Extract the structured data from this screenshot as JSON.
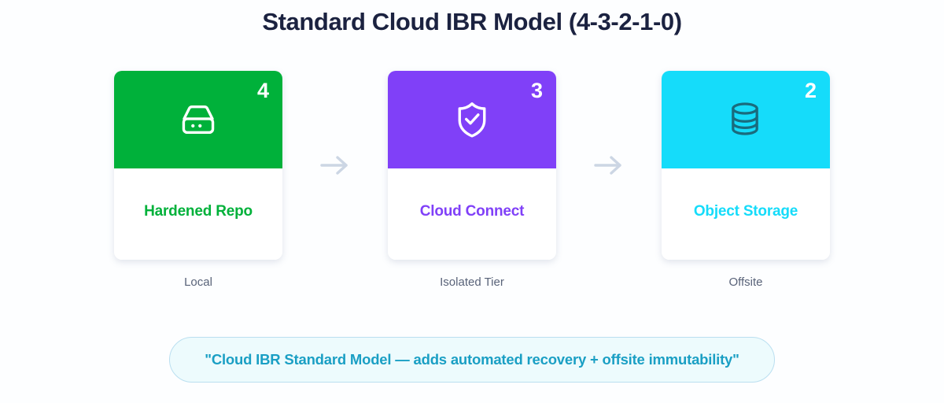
{
  "title": "Standard Cloud IBR Model (4-3-2-1-0)",
  "colors": {
    "page_background": "#fdfeff",
    "title": "#1b2240",
    "caption": "#596379",
    "arrow": "#ccd6e4",
    "banner_background": "#edfbfd",
    "banner_border": "#badff0",
    "banner_text": "#1a9fc4"
  },
  "stages": [
    {
      "number": "4",
      "label": "Hardened Repo",
      "caption": "Local",
      "icon": "hard-drive-icon",
      "header_color": "#00b13a",
      "label_color": "#00b13a",
      "icon_color": "#ffffff"
    },
    {
      "number": "3",
      "label": "Cloud Connect",
      "caption": "Isolated Tier",
      "icon": "shield-check-icon",
      "header_color": "#8040f8",
      "label_color": "#8040f8",
      "icon_color": "#ffffff"
    },
    {
      "number": "2",
      "label": "Object Storage",
      "caption": "Offsite",
      "icon": "database-icon",
      "header_color": "#15dcfa",
      "label_color": "#15dcfa",
      "icon_color": "#1a6b7d"
    }
  ],
  "arrows": [
    {
      "icon": "arrow-right-icon"
    },
    {
      "icon": "arrow-right-icon"
    }
  ],
  "banner": {
    "text": "\"Cloud IBR Standard Model — adds automated recovery + offsite immutability\""
  }
}
